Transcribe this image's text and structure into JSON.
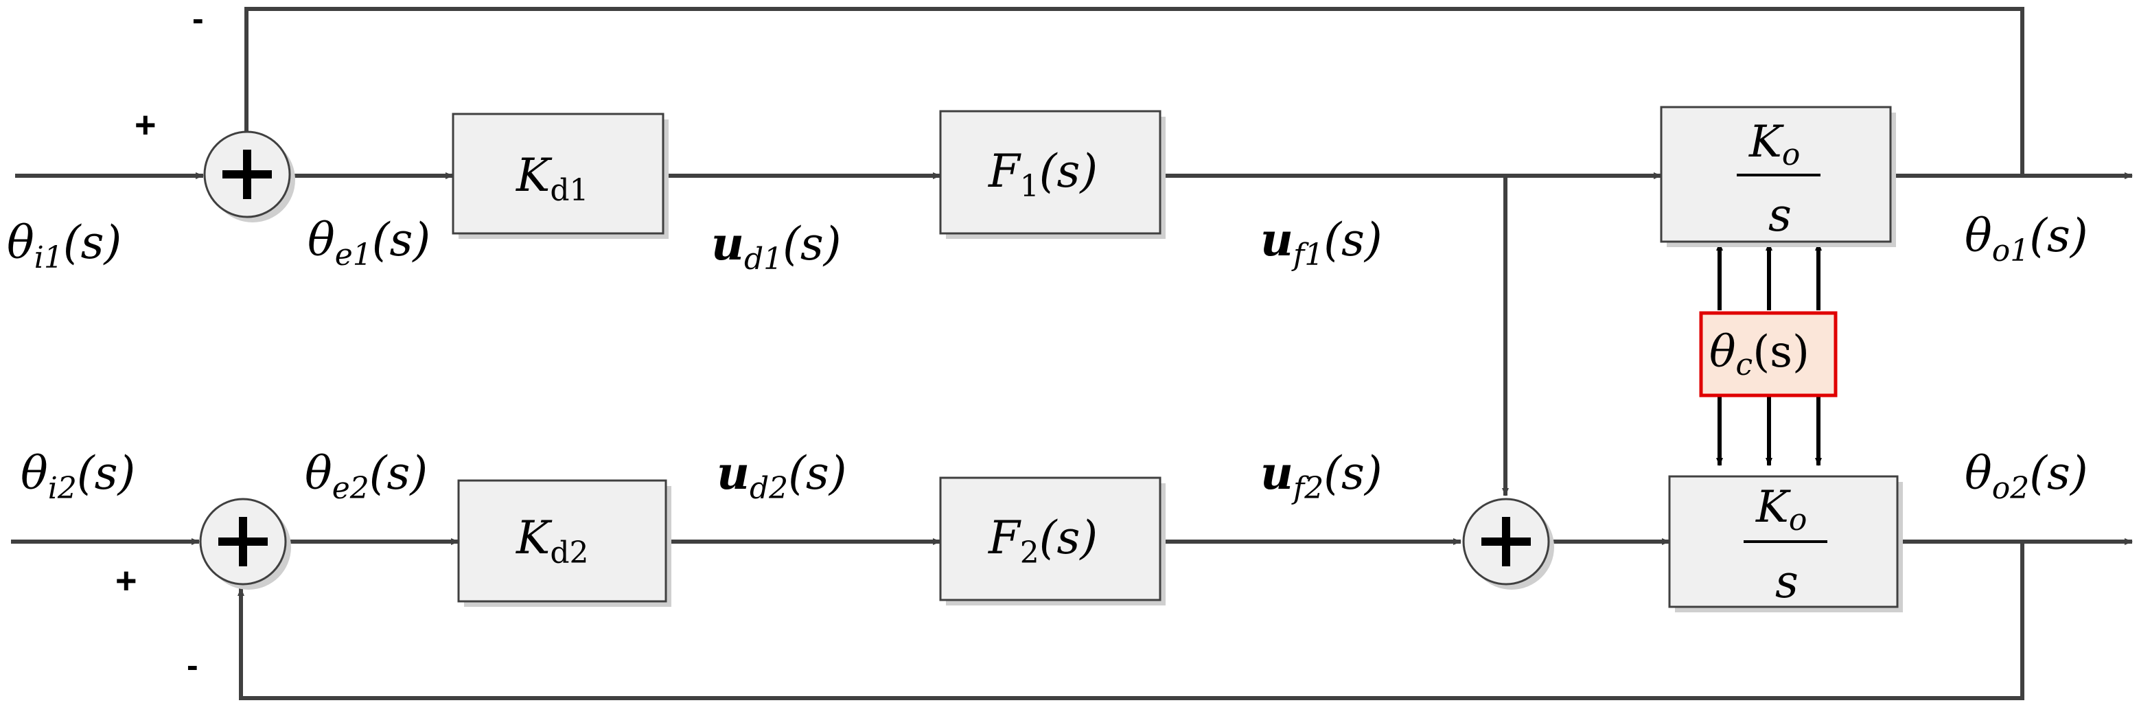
{
  "colors": {
    "line": "#404040",
    "block_fill": "#f0f0f0",
    "block_stroke": "#404040",
    "highlight_fill": "#fbe6d9",
    "highlight_stroke": "#e00000",
    "shadow": "#cfcfcf"
  },
  "icons": {
    "summing_junction": "plus-circle-icon"
  },
  "signs": {
    "sum1_top": "-",
    "sum1_left": "+",
    "sum2_left": "+",
    "sum2_bottom": "-"
  },
  "signals": {
    "theta_i1": {
      "base": "θ",
      "sub": "i1",
      "arg": "(s)"
    },
    "theta_e1": {
      "base": "θ",
      "sub": "e1",
      "arg": "(s)"
    },
    "u_d1": {
      "base": "u",
      "sub": "d1",
      "arg": "(s)"
    },
    "u_f1": {
      "base": "u",
      "sub": "f1",
      "arg": "(s)"
    },
    "theta_o1": {
      "base": "θ",
      "sub": "o1",
      "arg": "(s)"
    },
    "theta_i2": {
      "base": "θ",
      "sub": "i2",
      "arg": "(s)"
    },
    "theta_e2": {
      "base": "θ",
      "sub": "e2",
      "arg": "(s)"
    },
    "u_d2": {
      "base": "u",
      "sub": "d2",
      "arg": "(s)"
    },
    "u_f2": {
      "base": "u",
      "sub": "f2",
      "arg": "(s)"
    },
    "theta_o2": {
      "base": "θ",
      "sub": "o2",
      "arg": "(s)"
    }
  },
  "blocks": {
    "kd1": {
      "base": "K",
      "sub": "d1"
    },
    "f1": {
      "base": "F",
      "sub": "1",
      "arg": "(s)"
    },
    "int1": {
      "num_base": "K",
      "num_sub": "o",
      "den": "s"
    },
    "kd2": {
      "base": "K",
      "sub": "d2"
    },
    "f2": {
      "base": "F",
      "sub": "2",
      "arg": "(s)"
    },
    "int2": {
      "num_base": "K",
      "num_sub": "o",
      "den": "s"
    },
    "coupling": {
      "base": "θ",
      "sub": "c",
      "arg": "(s)"
    }
  }
}
